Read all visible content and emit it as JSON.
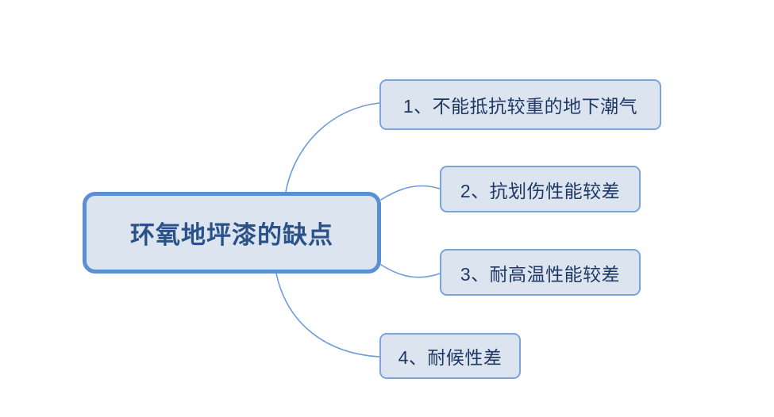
{
  "diagram": {
    "type": "mind-map",
    "background_color": "#ffffff",
    "central_node": {
      "label": "环氧地坪漆的缺点",
      "fill_color": "#dce4f0",
      "border_color": "#5b8fd4",
      "text_color": "#2b5288"
    },
    "connector_color": "#6f9bd8",
    "branches": [
      {
        "label": "1、不能抵抗较重的地下潮气",
        "fill_color": "#dce4f0",
        "border_color": "#7ba3dc",
        "text_color": "#1f3864"
      },
      {
        "label": "2、抗划伤性能较差",
        "fill_color": "#dce4f0",
        "border_color": "#7ba3dc",
        "text_color": "#1f3864"
      },
      {
        "label": "3、耐高温性能较差",
        "fill_color": "#dce4f0",
        "border_color": "#7ba3dc",
        "text_color": "#1f3864"
      },
      {
        "label": "4、耐候性差",
        "fill_color": "#dce4f0",
        "border_color": "#7ba3dc",
        "text_color": "#1f3864"
      }
    ]
  }
}
